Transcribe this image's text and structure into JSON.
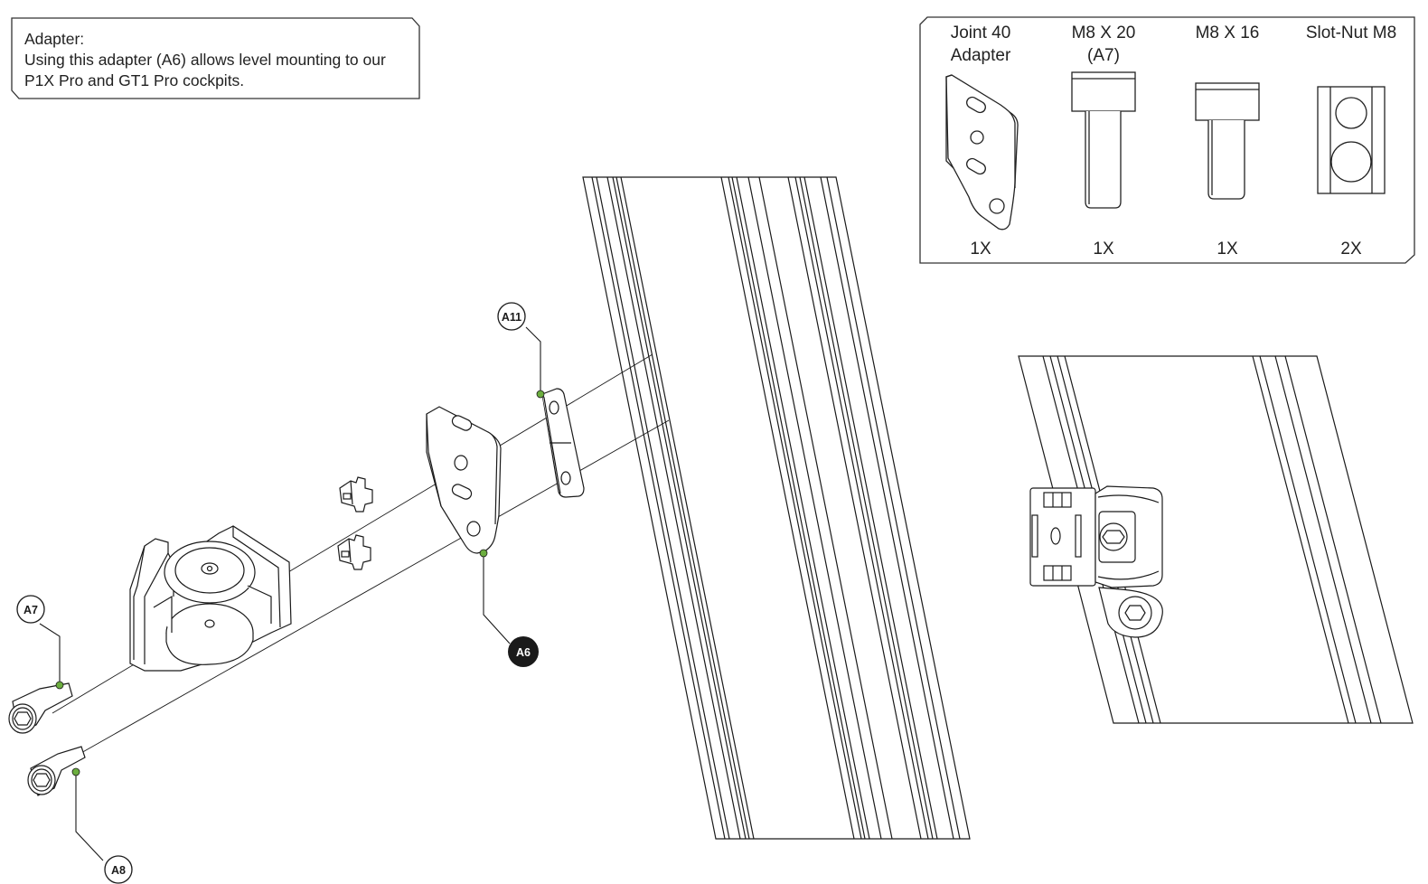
{
  "note": {
    "title": "Adapter:",
    "line1": "Using this adapter (A6) allows level mounting to our",
    "line2": "P1X Pro and GT1 Pro cockpits."
  },
  "parts_table": {
    "items": [
      {
        "name_line1": "Joint 40",
        "name_line2": "Adapter",
        "qty": "1X",
        "icon": "joint-40-adapter-plate-icon"
      },
      {
        "name_line1": "M8 X 20",
        "name_line2": "(A7)",
        "qty": "1X",
        "icon": "m8x20-bolt-icon"
      },
      {
        "name_line1": "M8 X 16",
        "name_line2": "",
        "qty": "1X",
        "icon": "m8x16-bolt-icon"
      },
      {
        "name_line1": "Slot-Nut M8",
        "name_line2": "",
        "qty": "2X",
        "icon": "slot-nut-icon"
      }
    ]
  },
  "callouts": {
    "a11": "A11",
    "a7": "A7",
    "a6": "A6",
    "a8": "A8"
  },
  "colors": {
    "line": "#1a1a1a",
    "leader_dot": "#6cae3f",
    "callout_highlight": "#1a1a1a"
  }
}
